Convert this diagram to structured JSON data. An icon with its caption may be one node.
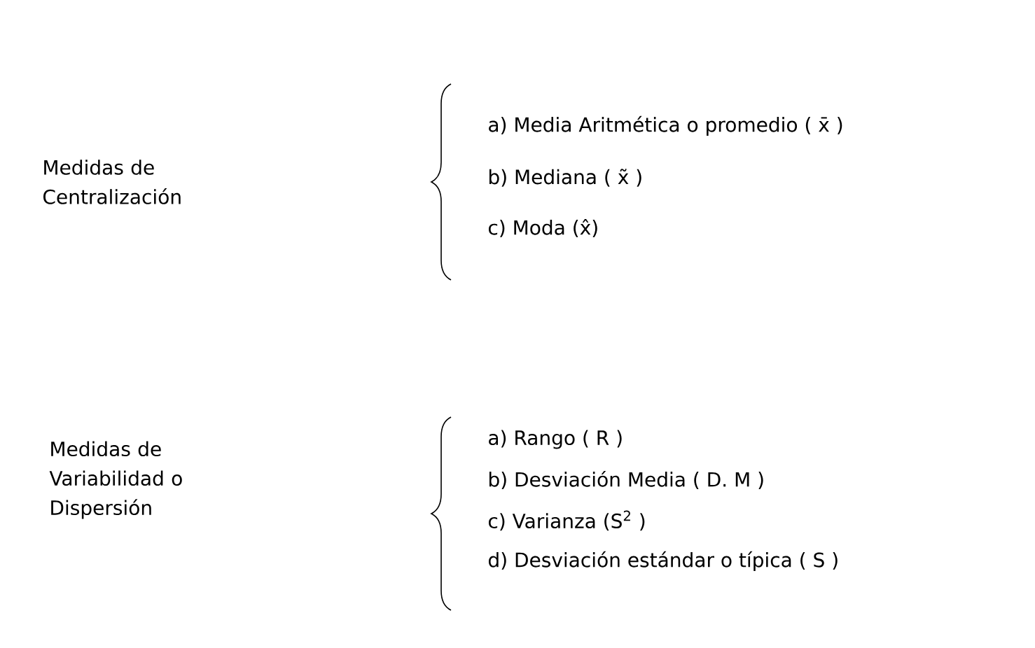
{
  "diagram": {
    "labels": [
      "Medidas de Centralización",
      "a) Media Aritmética o promedio ( x̄ )",
      "b) Mediana ( x̃ )",
      "c) Moda (x̂)",
      "Medidas de Variabilidad o Dispersión",
      "a) Rango ( R )",
      "b) Desviación Media ( D. M )",
      "c) Varianza (S$^{2}$ )",
      "d) Desviación estándar o típica ( S )"
    ]
  }
}
